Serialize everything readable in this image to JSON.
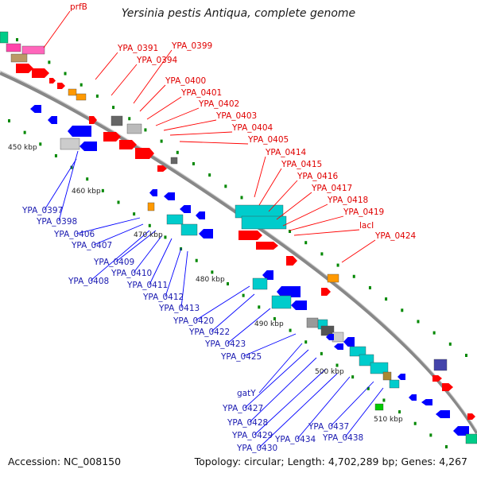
{
  "title": "Yersinia pestis Antiqua, complete genome",
  "footer": {
    "accession": "Accession: NC_008150",
    "summary": "Topology: circular; Length: 4,702,289 bp; Genes: 4,267"
  },
  "colors": {
    "forward_genes": "#ff0000",
    "reverse_genes": "#0000ff",
    "rna": "#00cccc",
    "other": "#ff9900",
    "backbone": "#888888",
    "tick": "#008800"
  },
  "ticks": [
    "450 kbp",
    "460 kbp",
    "470 kbp",
    "480 kbp",
    "490 kbp",
    "500 kbp",
    "510 kbp"
  ],
  "top_labels": [
    "prfB",
    "YPA_0391",
    "YPA_0394",
    "YPA_0399",
    "YPA_0400",
    "YPA_0401",
    "YPA_0402",
    "YPA_0403",
    "YPA_0404",
    "YPA_0405",
    "YPA_0414",
    "YPA_0415",
    "YPA_0416",
    "YPA_0417",
    "YPA_0418",
    "YPA_0419",
    "lacI",
    "YPA_0424"
  ],
  "bottom_labels": [
    "YPA_0397",
    "YPA_0398",
    "YPA_0406",
    "YPA_0407",
    "YPA_0409",
    "YPA_0408",
    "YPA_0410",
    "YPA_0411",
    "YPA_0412",
    "YPA_0413",
    "YPA_0420",
    "YPA_0422",
    "YPA_0423",
    "YPA_0425",
    "gatY",
    "YPA_0427",
    "YPA_0428",
    "YPA_0429",
    "YPA_0430",
    "YPA_0434",
    "YPA_0437",
    "YPA_0438"
  ]
}
